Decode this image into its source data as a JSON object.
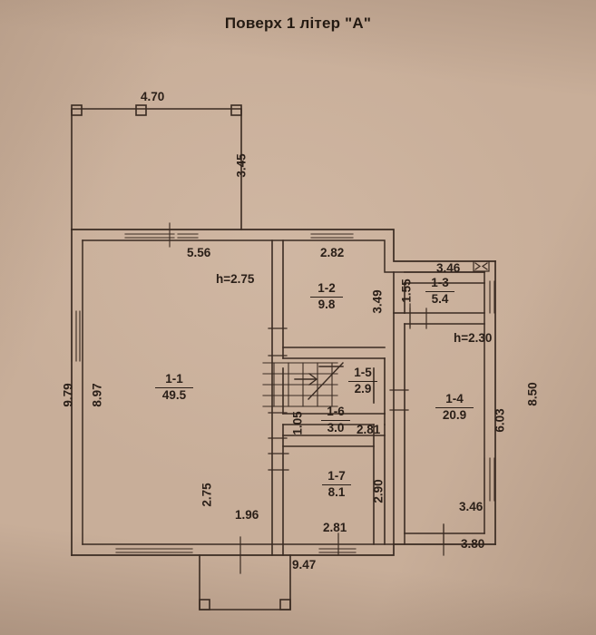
{
  "title": "Поверх 1 літер \"А\"",
  "plan": {
    "type": "floor-plan",
    "units": "meters",
    "rooms": [
      {
        "id": "1-1",
        "area": "49.5",
        "width": "5.56",
        "height_dim": "8.97",
        "ceiling": "h=2.75"
      },
      {
        "id": "1-2",
        "area": "9.8",
        "width": "2.82",
        "height_dim": "3.49",
        "ceiling": ""
      },
      {
        "id": "1-3",
        "area": "5.4",
        "width": "3.46",
        "height_dim": "1.55",
        "ceiling": ""
      },
      {
        "id": "1-4",
        "area": "20.9",
        "width": "3.46",
        "height_dim": "6.03",
        "ceiling": "h=2.30"
      },
      {
        "id": "1-5",
        "area": "2.9",
        "width": "",
        "height_dim": "",
        "ceiling": ""
      },
      {
        "id": "1-6",
        "area": "3.0",
        "width": "2.81",
        "height_dim": "1.05",
        "ceiling": ""
      },
      {
        "id": "1-7",
        "area": "8.1",
        "width": "2.81",
        "height_dim": "2.90",
        "ceiling": ""
      }
    ],
    "dimensions": {
      "terrace_width": "4.70",
      "terrace_depth": "3.45",
      "room11_top": "5.56",
      "room11_height": "8.97",
      "outer_left": "9.79",
      "room12_top": "2.82",
      "room12_right": "3.49",
      "room13_left": "1.55",
      "room13_top": "3.46",
      "outer_right": "8.50",
      "room14_right": "6.03",
      "room14_bottom": "3.46",
      "outer_bottom_right": "3.80",
      "room16_left": "1.05",
      "room16_bottom": "2.81",
      "room17_right": "2.90",
      "room17_bottom": "2.81",
      "lower_left_vert": "2.75",
      "lower_mid": "1.96",
      "outer_bottom": "9.47"
    },
    "ceiling_notes": {
      "main": "h=2.75",
      "right": "h=2.30"
    },
    "icons": {
      "vent": "window-vent-icon",
      "stair_arrow": "stair-direction-arrow-icon"
    },
    "colors": {
      "paper": "#c8ae99",
      "ink": "#2b2019",
      "line": "#3a2b22"
    }
  }
}
